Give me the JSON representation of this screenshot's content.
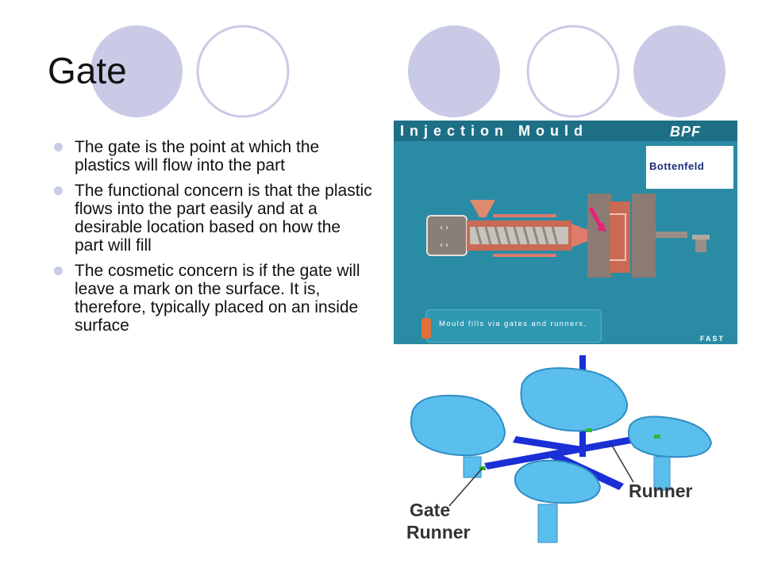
{
  "slide": {
    "title": "Gate",
    "bullets": [
      "The gate is the point at which the plastics will flow into the part",
      "The functional concern is that the plastic flows into the part easily and at a desirable location based on how the part will fill",
      "The cosmetic concern is if the gate will leave a mark on the surface. It is, therefore, typically placed on an inside surface"
    ]
  },
  "mould_animation": {
    "title": "Injection Mould",
    "brand_logo": "BPF",
    "company_logo": "Bottenfeld",
    "caption": "Mould fills via gates and runners.",
    "speed_label": "FAST"
  },
  "runner_diagram": {
    "labels": {
      "runner": "Runner",
      "gate": "Gate",
      "gate_runner": "Runner"
    }
  },
  "colors": {
    "decor_circle": "#c9cbe6",
    "panel_teal": "#2a8ba4",
    "part_blue": "#5bbfee",
    "runner_blue": "#1a2fd6"
  }
}
